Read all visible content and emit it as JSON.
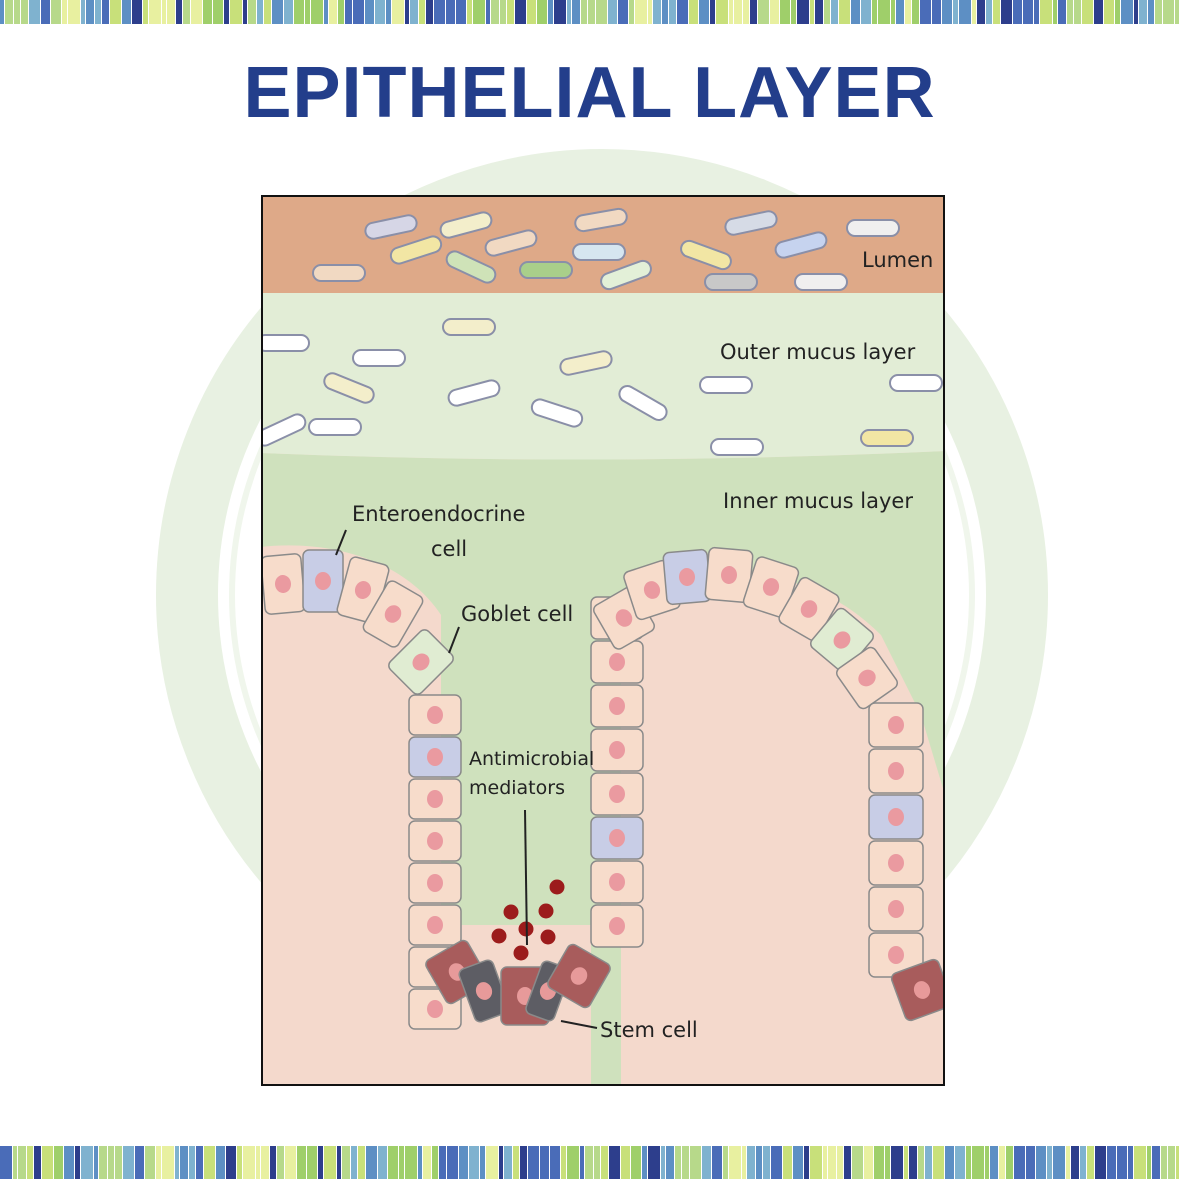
{
  "slide": {
    "title": "EPITHELIAL LAYER"
  },
  "diagram": {
    "labels": {
      "lumen": "Lumen",
      "outer_mucus": "Outer mucus layer",
      "inner_mucus": "Inner mucus layer",
      "enteroendocrine_line1": "Enteroendocrine",
      "enteroendocrine_line2": "cell",
      "goblet": "Goblet cell",
      "antimicrobial_line1": "Antimicrobial",
      "antimicrobial_line2": "mediators",
      "stem": "Stem cell"
    }
  },
  "colors": {
    "title": "#233e8b",
    "lumen": "#dea988",
    "outer_mucus": "#e2edd6",
    "inner_mucus": "#cfe1bd",
    "tissue": "#f4d9cc",
    "epithelial_cell": "#f7dccb",
    "enteroendocrine_cell": "#c8cde6",
    "goblet_cell": "#e0ecd2",
    "stem_cell": "#a85c5c",
    "mediator_dot": "#9c1c1c"
  }
}
